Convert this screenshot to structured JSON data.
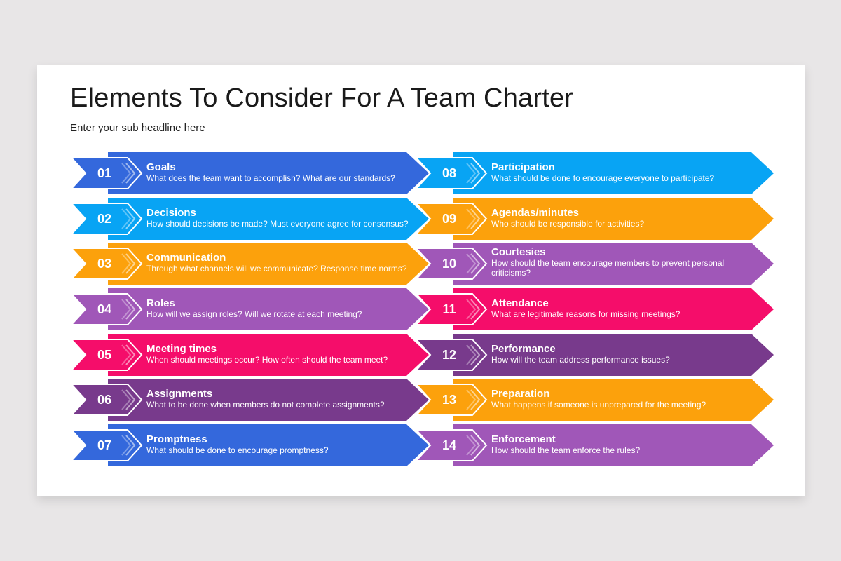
{
  "slide": {
    "title": "Elements To Consider For A Team Charter",
    "subtitle": "Enter your sub headline here"
  },
  "colors": {
    "blue": "#3468dc",
    "sky": "#08a4f4",
    "orange": "#fca10c",
    "violet": "#a057b8",
    "pink": "#f50d6a",
    "purple": "#783a8c",
    "background": "#e8e6e7"
  },
  "items": [
    {
      "num": "01",
      "title": "Goals",
      "desc": "What does the team want to accomplish? What are our standards?",
      "color": "#3468dc"
    },
    {
      "num": "02",
      "title": "Decisions",
      "desc": "How should decisions be made? Must everyone agree for consensus?",
      "color": "#08a4f4"
    },
    {
      "num": "03",
      "title": "Communication",
      "desc": "Through what channels will we communicate? Response time norms?",
      "color": "#fca10c"
    },
    {
      "num": "04",
      "title": "Roles",
      "desc": "How will we assign roles? Will we rotate at each meeting?",
      "color": "#a057b8"
    },
    {
      "num": "05",
      "title": "Meeting times",
      "desc": "When should meetings occur? How often should the team meet?",
      "color": "#f50d6a"
    },
    {
      "num": "06",
      "title": "Assignments",
      "desc": "What to be done when members do not complete assignments?",
      "color": "#783a8c"
    },
    {
      "num": "07",
      "title": "Promptness",
      "desc": "What should be done to encourage promptness?",
      "color": "#3468dc"
    },
    {
      "num": "08",
      "title": "Participation",
      "desc": "What should be done to encourage everyone to participate?",
      "color": "#08a4f4"
    },
    {
      "num": "09",
      "title": "Agendas/minutes",
      "desc": "Who should be responsible for activities?",
      "color": "#fca10c"
    },
    {
      "num": "10",
      "title": "Courtesies",
      "desc": "How should the team encourage members to prevent personal criticisms?",
      "color": "#a057b8"
    },
    {
      "num": "11",
      "title": "Attendance",
      "desc": "What are legitimate reasons for missing meetings?",
      "color": "#f50d6a"
    },
    {
      "num": "12",
      "title": "Performance",
      "desc": "How will the team address performance issues?",
      "color": "#783a8c"
    },
    {
      "num": "13",
      "title": "Preparation",
      "desc": "What happens if someone is unprepared for the meeting?",
      "color": "#fca10c"
    },
    {
      "num": "14",
      "title": "Enforcement",
      "desc": "How should the team enforce the rules?",
      "color": "#a057b8"
    }
  ]
}
